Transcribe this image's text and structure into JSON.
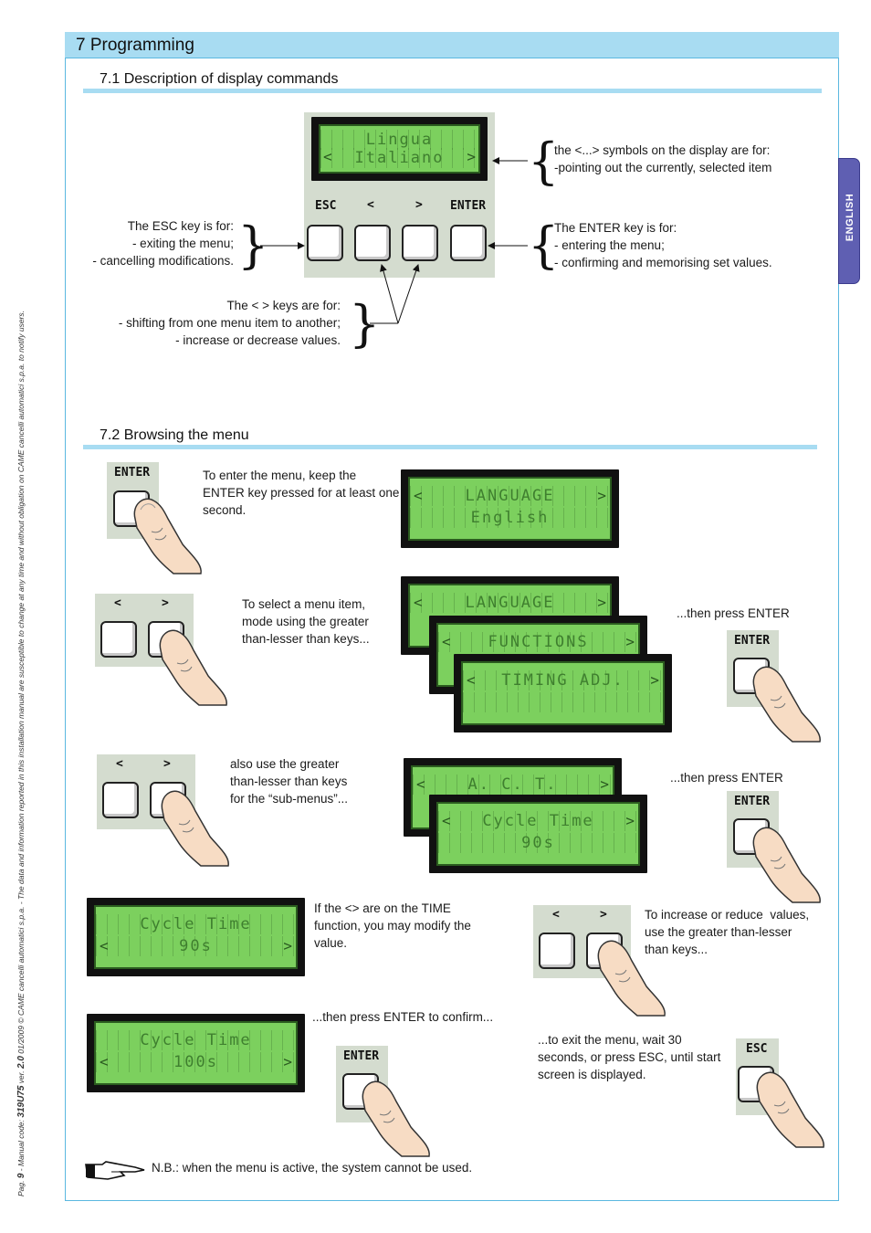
{
  "header": {
    "title": "7 Programming",
    "tab": "ENGLISH"
  },
  "sections": {
    "s1": "7.1 Description of display commands",
    "s2": "7.2 Browsing the menu"
  },
  "side_note": {
    "pag_prefix": "Pag.",
    "pag": "9",
    "rest": " - Manual code: ",
    "code": "319U75",
    "ver": " ver. ",
    "vernum": "2.0",
    "text": " 01/2009 © CAME cancelli automatici s.p.a. - The data and information reported in this installation manual are susceptible to change at any time and without obligation on CAME cancelli automatici s.p.a. to notify users."
  },
  "display_main": {
    "line1": "Lingua",
    "line2": "Italiano",
    "left": "<",
    "right": ">"
  },
  "keys": {
    "esc": "ESC",
    "left": "<",
    "right": ">",
    "enter": "ENTER"
  },
  "notes71": {
    "symbols": "the <...> symbols on the display are for:\n-pointing out the currently, selected item",
    "esc": "The ESC key is for:\n- exiting the menu;\n- cancelling modifications.",
    "enter": "The ENTER key is for:\n- entering the menu;\n- confirming and memorising set values.",
    "arrows": "The < > keys are for:\n- shifting from one menu item to another;\n- increase or decrease values."
  },
  "browse": {
    "enter_text": "To enter the menu, keep the\nENTER key pressed for at least one\nsecond.",
    "select_text": "To select a menu item,\nmode using the greater\nthan-lesser than keys...",
    "then_enter1": "...then press ENTER",
    "sub_text": "also use the greater\nthan-lesser than keys\nfor the “sub-menus”...",
    "then_enter2": "...then press ENTER",
    "time_text": "If the <> are on the TIME\nfunction, you may modify the\nvalue.",
    "incr_text": "To increase or reduce  values,\nuse the greater than-lesser\nthan keys...",
    "confirm_text": "...then press ENTER to confirm...",
    "exit_text": "...to exit the menu, wait 30\nseconds, or press ESC, until start\nscreen is displayed.",
    "nb": "N.B.: when the menu is active, the system cannot be used."
  },
  "lcds": {
    "lang": {
      "l1": "LANGUAGE",
      "l2": "English"
    },
    "f1": {
      "l1": "LANGUAGE"
    },
    "f2": {
      "l1": "FUNCTIONS"
    },
    "f3": {
      "l1": "TIMING ADJ."
    },
    "a1": {
      "l1": "A. C. T."
    },
    "a2": {
      "l1": "Cycle Time",
      "l2": "90s"
    },
    "c1": {
      "l1": "Cycle Time",
      "l2": "90s"
    },
    "c2": {
      "l1": "Cycle Time",
      "l2": "100s"
    }
  }
}
